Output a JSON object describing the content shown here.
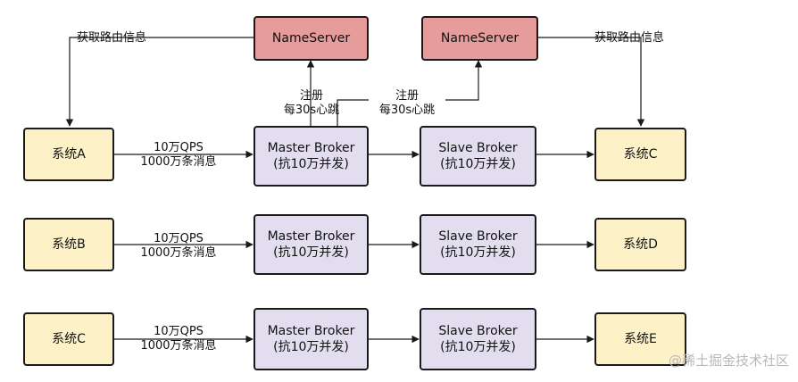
{
  "name_servers": [
    {
      "label": "NameServer"
    },
    {
      "label": "NameServer"
    }
  ],
  "systems": [
    {
      "label": "系统A"
    },
    {
      "label": "系统B"
    },
    {
      "label": "系统C"
    },
    {
      "label": "系统C"
    },
    {
      "label": "系统D"
    },
    {
      "label": "系统E"
    }
  ],
  "brokers": [
    {
      "name": "Master Broker",
      "note": "(抗10万并发)"
    },
    {
      "name": "Slave Broker",
      "note": "(抗10万并发)"
    },
    {
      "name": "Master Broker",
      "note": "(抗10万并发)"
    },
    {
      "name": "Slave Broker",
      "note": "(抗10万并发)"
    },
    {
      "name": "Master Broker",
      "note": "(抗10万并发)"
    },
    {
      "name": "Slave Broker",
      "note": "(抗10万并发)"
    }
  ],
  "edge_labels": {
    "route_info_left": "获取路由信息",
    "route_info_right": "获取路由信息",
    "register_left": [
      "注册",
      "每30s心跳"
    ],
    "register_right": [
      "注册",
      "每30s心跳"
    ],
    "traffic": [
      [
        "10万QPS",
        "1000万条消息"
      ],
      [
        "10万QPS",
        "1000万条消息"
      ],
      [
        "10万QPS",
        "1000万条消息"
      ]
    ]
  },
  "colors": {
    "nameserver_fill": "#e69c9a",
    "system_fill": "#fdf1c8",
    "broker_fill": "#e3deef",
    "stroke": "#1a1a1a"
  },
  "watermark": "@稀土掘金技术社区"
}
